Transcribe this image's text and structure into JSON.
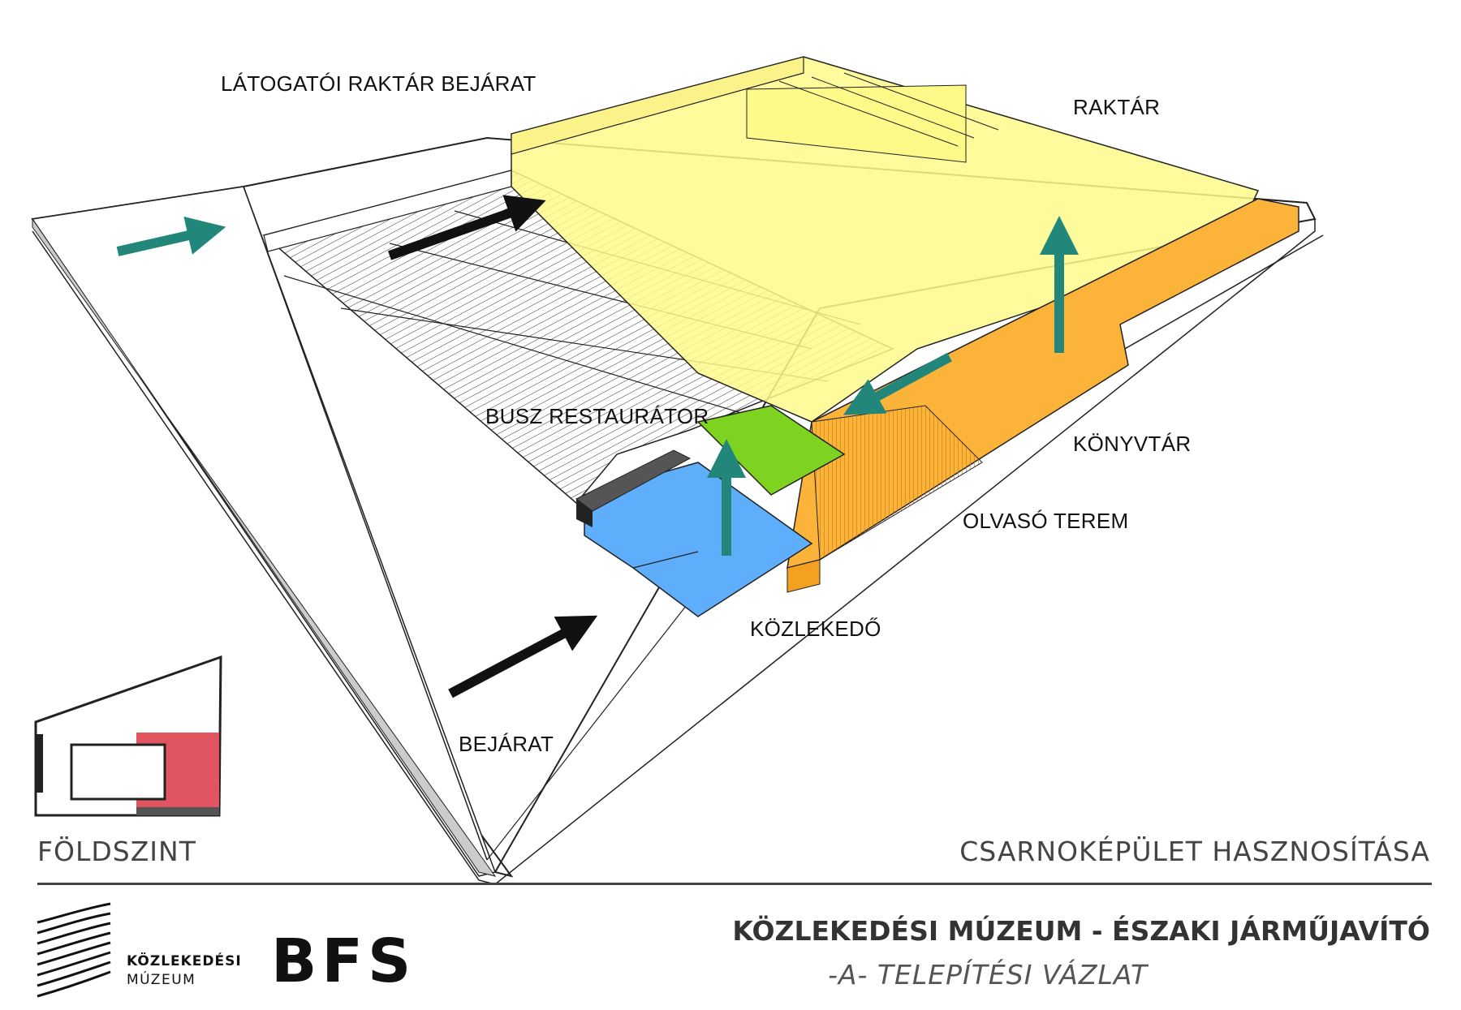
{
  "labels": {
    "visitor_entrance": "LÁTOGATÓI RAKTÁR BEJÁRAT",
    "storage": "RAKTÁR",
    "bus_restorer": "BUSZ RESTAURÁTOR",
    "library": "KÖNYVTÁR",
    "reading_room": "OLVASÓ TEREM",
    "circulation": "KÖZLEKEDŐ",
    "entrance": "BEJÁRAT"
  },
  "footer": {
    "level": "FÖLDSZINT",
    "usage_title": "CSARNOKÉPÜLET HASZNOSÍTÁSA",
    "museum_name_line1": "KÖZLEKEDÉSI",
    "museum_name_line2": "MÚZEUM",
    "bfs_logo": "BFS",
    "project_title": "KÖZLEKEDÉSI MÚZEUM - ÉSZAKI JÁRMŰJAVÍTÓ",
    "project_subtitle": "-A- TELEPÍTÉSI VÁZLAT"
  },
  "colors": {
    "storage_yellow": "#fdfa8a",
    "library_orange": "#fbb33a",
    "lobby_green": "#7ed321",
    "entry_blue": "#5eaefc",
    "dark_block": "#555555",
    "arrow_teal": "#22877a",
    "arrow_black": "#111111",
    "keyplan_red": "#e05560"
  },
  "icons": {
    "museum_logo": "wave-lines-logo",
    "key_plan": "site-key-plan-icon"
  }
}
